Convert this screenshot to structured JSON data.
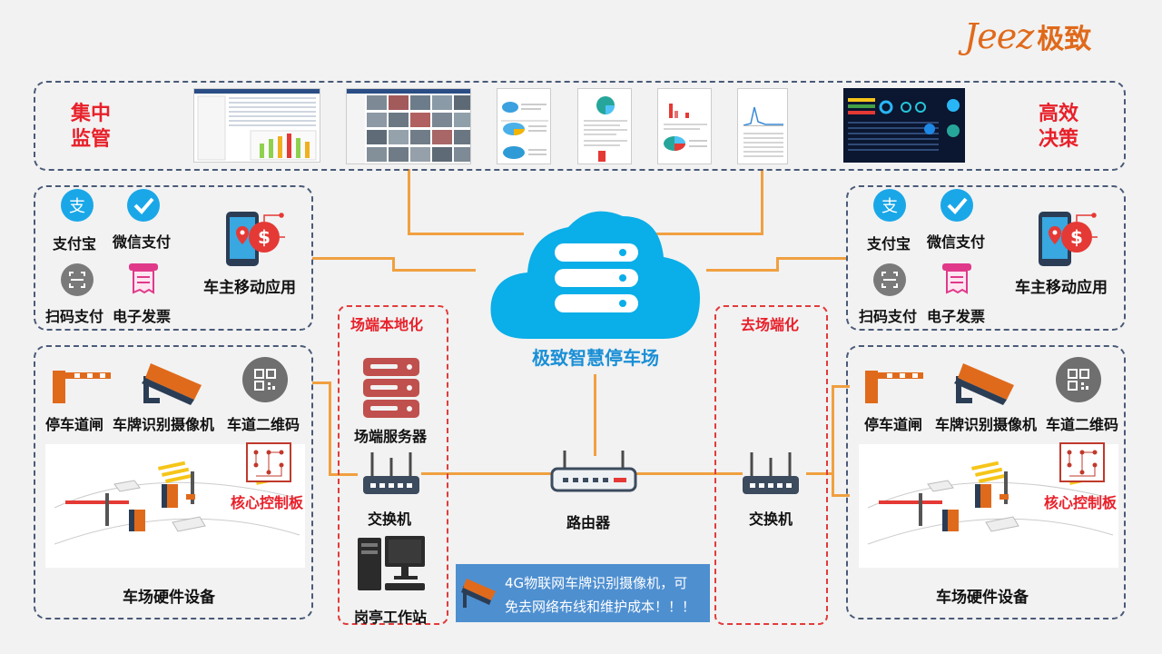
{
  "brand": {
    "logo_text": "Jeez",
    "logo_cn": "极致"
  },
  "top": {
    "left_label": "集中\n监管",
    "right_label": "高效\n决策"
  },
  "cloud": {
    "label": "极致智慧停车场"
  },
  "payment_panel": {
    "alipay": "支付宝",
    "wechat": "微信支付",
    "scan": "扫码支付",
    "invoice": "电子发票",
    "mobile_app": "车主移动应用"
  },
  "hardware_panel": {
    "barrier": "停车道闸",
    "camera": "车牌识别摄像机",
    "qrcode": "车道二维码",
    "core_board": "核心控制板",
    "title": "车场硬件设备"
  },
  "local": {
    "title": "场端本地化",
    "server": "场端服务器",
    "switch": "交换机",
    "workstation": "岗亭工作站"
  },
  "cloudside": {
    "title": "去场端化",
    "switch": "交换机"
  },
  "router": {
    "label": "路由器"
  },
  "notice": {
    "line1": "4G物联网车牌识别摄像机，可",
    "line2": "免去网络布线和维护成本！！！"
  },
  "colors": {
    "accent_blue": "#1aa7e8",
    "brand_orange": "#e06a1b",
    "red": "#e8202a",
    "line_orange": "#f0a040"
  }
}
